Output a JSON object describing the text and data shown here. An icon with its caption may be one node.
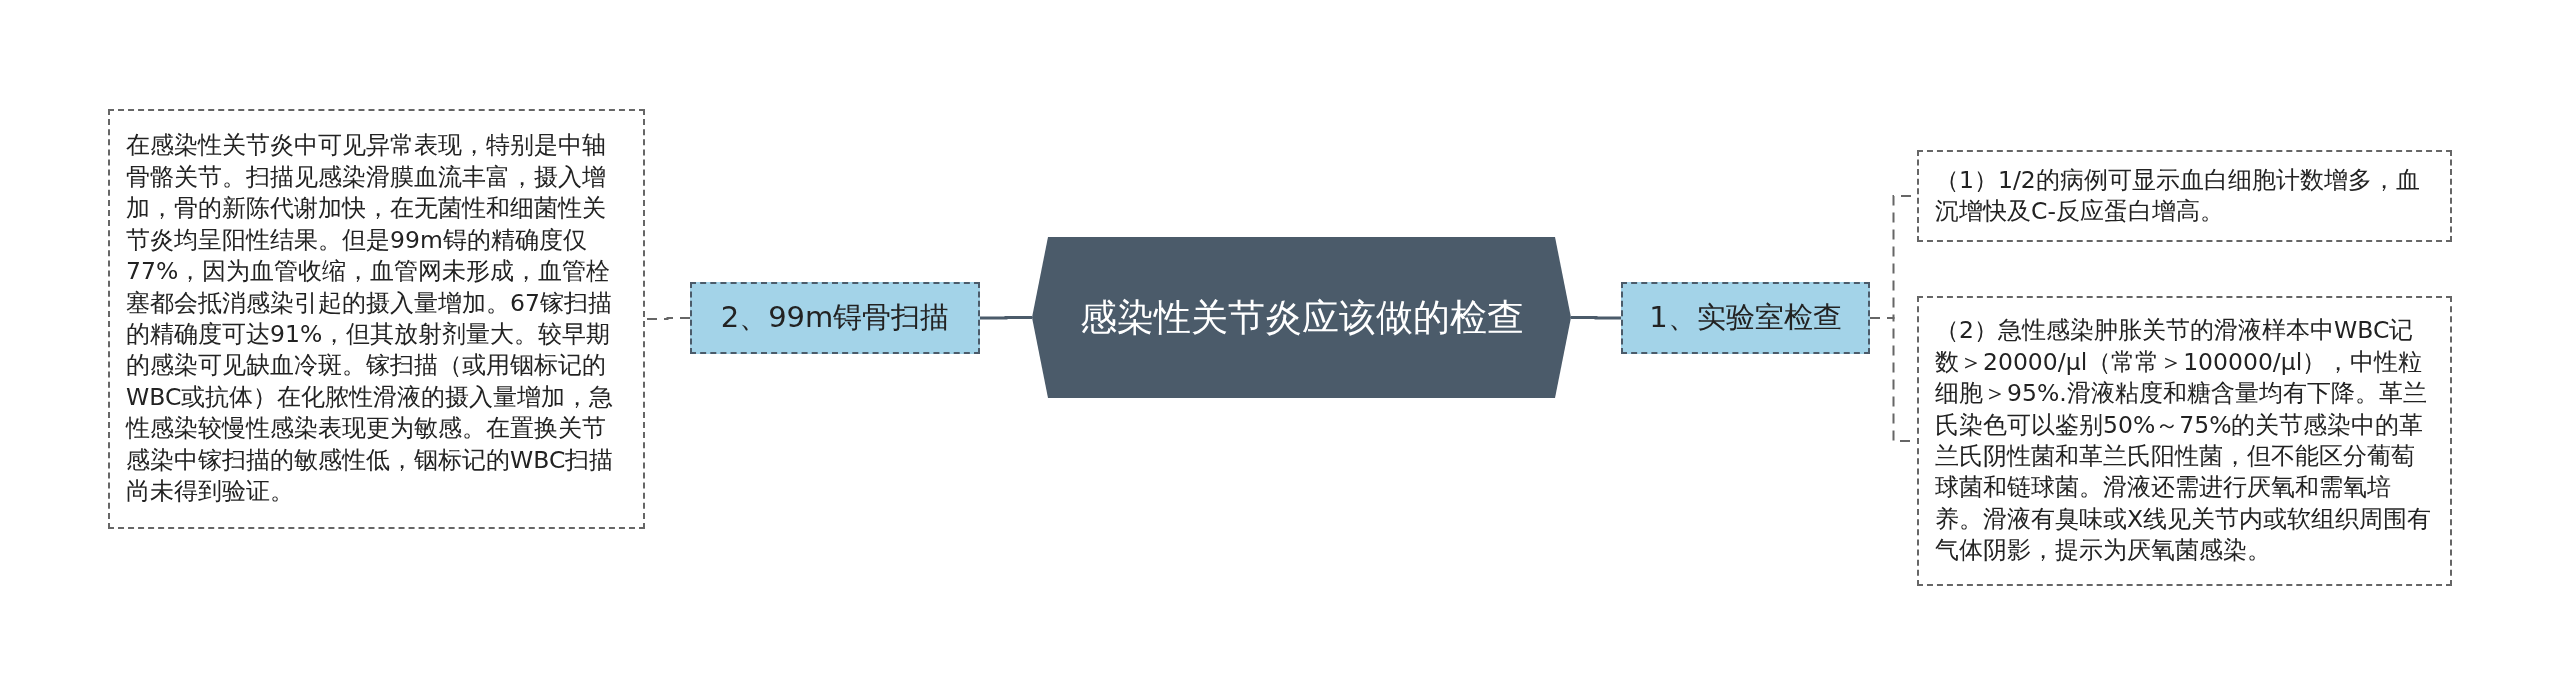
{
  "diagram": {
    "nodes": [
      {
        "text": [
          "感染性关节炎应该做的检查"
        ]
      },
      {
        "text": [
          "1、实验室检查"
        ]
      },
      {
        "text": [
          "（1）1/2的病例可显示血白细胞计数增多，血沉增快及C-反应蛋白增高。"
        ]
      },
      {
        "text": [
          "（2）急性感染肿胀关节的滑液样本中WBC记数＞20000/μl（常常＞100000/μl），中性粒细胞＞95%.滑液粘度和糖含量均有下降。革兰氏染色可以鉴别50%～75%的关节感染中的革兰氏阴性菌和革兰氏阳性菌，但不能区分葡萄球菌和链球菌。滑液还需进行厌氧和需氧培养。滑液有臭味或X线见关节内或软组织周围有气体阴影，提示为厌氧菌感染。"
        ]
      },
      {
        "text": [
          "2、99m锝骨扫描"
        ]
      },
      {
        "text": [
          "在感染性关节炎中可见异常表现，特别是中轴骨骼关节。扫描见感染滑膜血流丰富，摄入增加，骨的新陈代谢加快，在无菌性和细菌性关节炎均呈阳性结果。但是99m锝的精确度仅77%，因为血管收缩，血管网未形成，血管栓塞都会抵消感染引起的摄入量增加。67镓扫描的精确度可达91%，但其放射剂量大。较早期的感染可见缺血冷斑。镓扫描（或用铟标记的WBC或抗体）在化脓性滑液的摄入量增加，急性感染较慢性感染表现更为敏感。在置换关节感染中镓扫描的敏感性低，铟标记的WBC扫描尚未得到验证。"
        ]
      }
    ],
    "edges": [
      {
        "from": 0,
        "to": 1,
        "arrow": "none"
      },
      {
        "from": 1,
        "to": 2,
        "arrow": "none",
        "style": "dashed"
      },
      {
        "from": 1,
        "to": 3,
        "arrow": "none",
        "style": "dashed"
      },
      {
        "from": 0,
        "to": 4,
        "arrow": "none"
      },
      {
        "from": 4,
        "to": 5,
        "arrow": "none",
        "style": "dashed"
      }
    ]
  }
}
